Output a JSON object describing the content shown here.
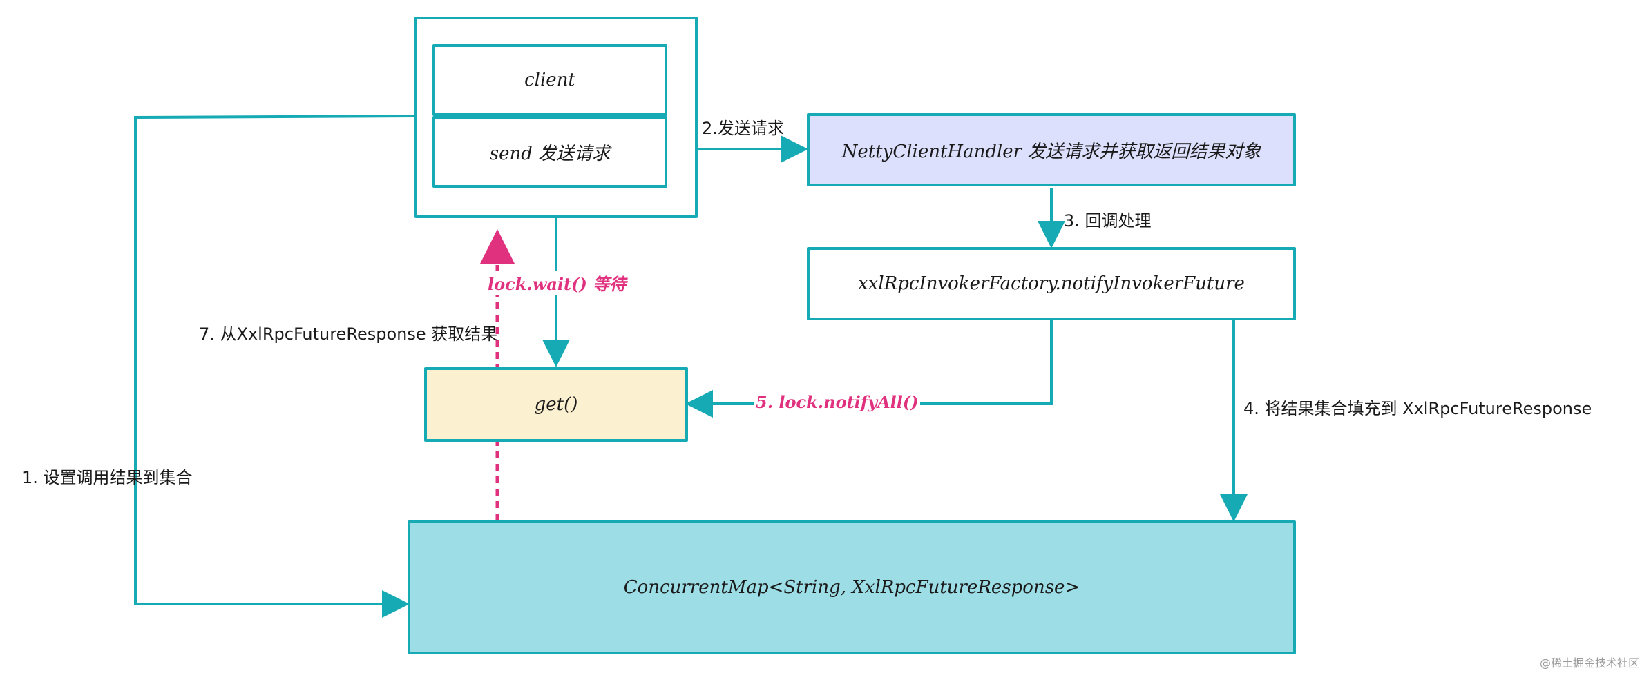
{
  "boxes": {
    "client": "client",
    "send": "send 发送请求",
    "netty": "NettyClientHandler 发送请求并获取返回结果对象",
    "notify": "xxlRpcInvokerFactory.notifyInvokerFuture",
    "get": "get()",
    "map": "ConcurrentMap<String, XxlRpcFutureResponse>"
  },
  "labels": {
    "step1": "1. 设置调用结果到集合",
    "step2": "2.发送请求",
    "step3": "3. 回调处理",
    "step4": "4. 将结果集合填充到 XxlRpcFutureResponse",
    "step5": "5. lock.notifyAll()",
    "step6": "lock.wait() 等待",
    "step7": "7. 从XxlRpcFutureResponse 获取结果"
  },
  "watermark": "@稀土掘金技术社区",
  "colors": {
    "line": "#16aab4",
    "pink": "#e0317e",
    "netty_fill": "#dde0fd",
    "get_fill": "#fbf0d0",
    "map_fill": "#9cdde6"
  }
}
